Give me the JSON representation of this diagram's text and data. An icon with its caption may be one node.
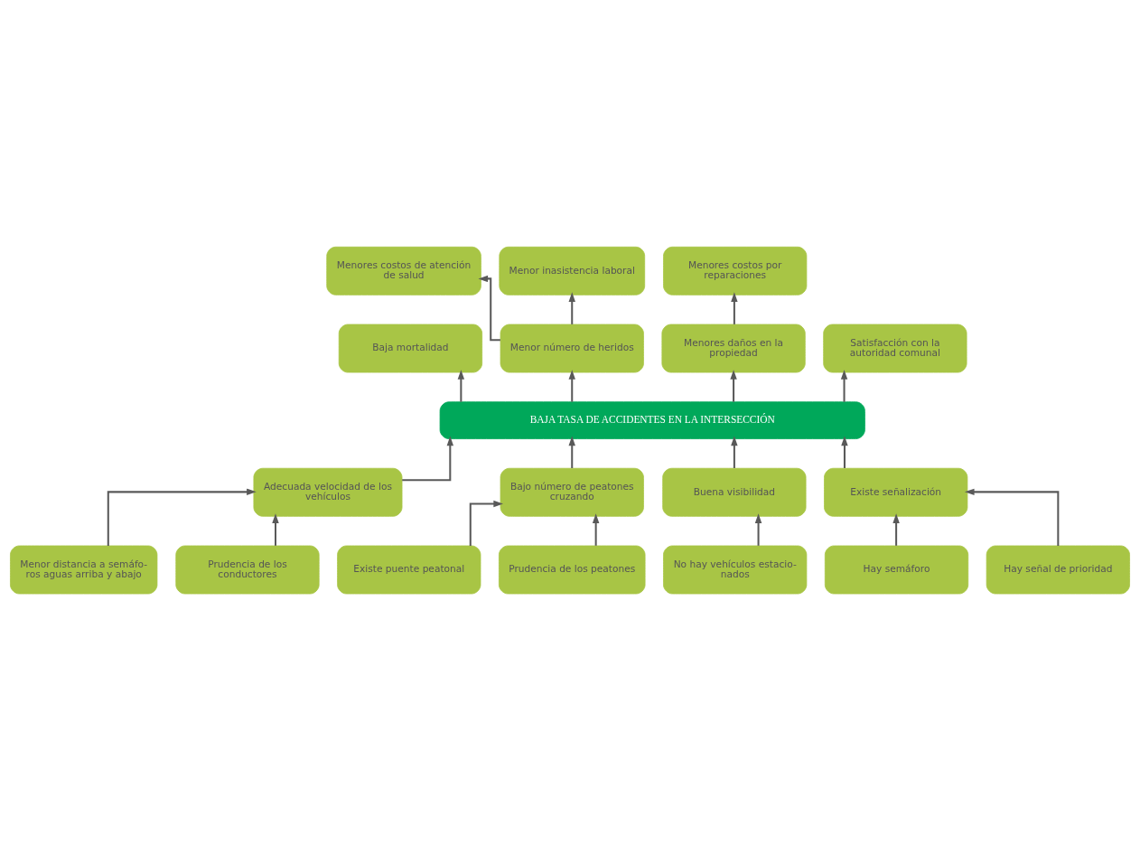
{
  "diagram": {
    "nodes": [
      {
        "text": [
          "Menores costos de atención de salud"
        ]
      },
      {
        "text": [
          "Menor inasistencia laboral"
        ]
      },
      {
        "text": [
          "Menores costos por reparaciones"
        ]
      },
      {
        "text": [
          "Baja mortalidad"
        ]
      },
      {
        "text": [
          "Menor número de heridos"
        ]
      },
      {
        "text": [
          "Menores daños en la propiedad"
        ]
      },
      {
        "text": [
          "Satisfacción con la autoridad comunal"
        ]
      },
      {
        "text": [
          "BAJA TASA DE ACCIDENTES EN LA INTERSECCIÓN"
        ]
      },
      {
        "text": [
          "Adecuada velocidad de los vehículos"
        ]
      },
      {
        "text": [
          "Bajo número de peatones cruzando"
        ]
      },
      {
        "text": [
          "Buena visibilidad"
        ]
      },
      {
        "text": [
          "Existe señalización"
        ]
      },
      {
        "text": [
          "Menor distancia a semáfo- ros aguas arriba y abajo"
        ]
      },
      {
        "text": [
          "Existe puente peatonal"
        ]
      },
      {
        "text": [
          "No hay vehículos estacio- nados"
        ]
      },
      {
        "text": [
          "Hay semáforo"
        ]
      },
      {
        "text": [
          "Prudencia de los conductores"
        ]
      },
      {
        "text": [
          "Prudencia de los peatones"
        ]
      },
      {
        "text": [
          "Hay señal de prioridad"
        ]
      }
    ],
    "edges": [
      {
        "from": 4,
        "to": 0,
        "arrow": "to"
      },
      {
        "from": 4,
        "to": 1,
        "arrow": "to"
      },
      {
        "from": 5,
        "to": 2,
        "arrow": "to"
      },
      {
        "from": 7,
        "to": 3,
        "arrow": "to"
      },
      {
        "from": 7,
        "to": 4,
        "arrow": "to"
      },
      {
        "from": 7,
        "to": 5,
        "arrow": "to"
      },
      {
        "from": 7,
        "to": 6,
        "arrow": "to"
      },
      {
        "from": 8,
        "to": 7,
        "arrow": "to"
      },
      {
        "from": 9,
        "to": 7,
        "arrow": "to"
      },
      {
        "from": 10,
        "to": 7,
        "arrow": "to"
      },
      {
        "from": 11,
        "to": 7,
        "arrow": "to"
      },
      {
        "from": 12,
        "to": 8,
        "arrow": "to"
      },
      {
        "from": 16,
        "to": 8,
        "arrow": "to"
      },
      {
        "from": 13,
        "to": 9,
        "arrow": "to"
      },
      {
        "from": 17,
        "to": 9,
        "arrow": "to"
      },
      {
        "from": 14,
        "to": 10,
        "arrow": "to"
      },
      {
        "from": 18,
        "to": 11,
        "arrow": "to"
      },
      {
        "from": 15,
        "to": 11,
        "arrow": "to"
      }
    ]
  }
}
